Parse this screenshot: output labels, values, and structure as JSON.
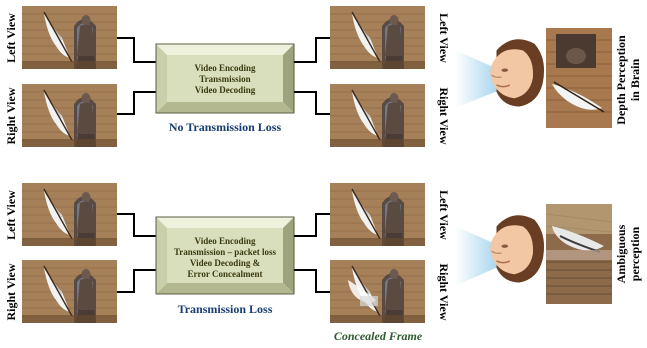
{
  "top": {
    "left_view_in": "Left View",
    "right_view_in": "Right View",
    "box_lines": [
      "Video Encoding",
      "Transmission",
      "Video Decoding"
    ],
    "caption": "No Transmission Loss",
    "left_view_out": "Left View",
    "right_view_out": "Right View",
    "perception": [
      "Depth Perception",
      "in Brain"
    ]
  },
  "bottom": {
    "left_view_in": "Left View",
    "right_view_in": "Right View",
    "box_lines": [
      "Video Encoding",
      "Transmission – packet loss",
      "Video Decoding &",
      "Error Concealment"
    ],
    "caption": "Transmission Loss",
    "left_view_out": "Left View",
    "right_view_out": "Right View",
    "concealed_caption": "Concealed Frame",
    "perception": [
      "Ambiguous",
      "perception"
    ]
  },
  "colors": {
    "box_fill": "#d9dfbd",
    "box_bevel_light": "#eef1dc",
    "box_bevel_dark": "#9ea37e",
    "caption_text": "#173d73",
    "box_text": "#3a3a10",
    "concealed_text": "#2e5a2e",
    "beam": "#9fd0ec"
  },
  "icons": {
    "frame": "stereo-frame-thumbnail",
    "head": "viewer-head-icon",
    "beam": "vision-beam"
  }
}
